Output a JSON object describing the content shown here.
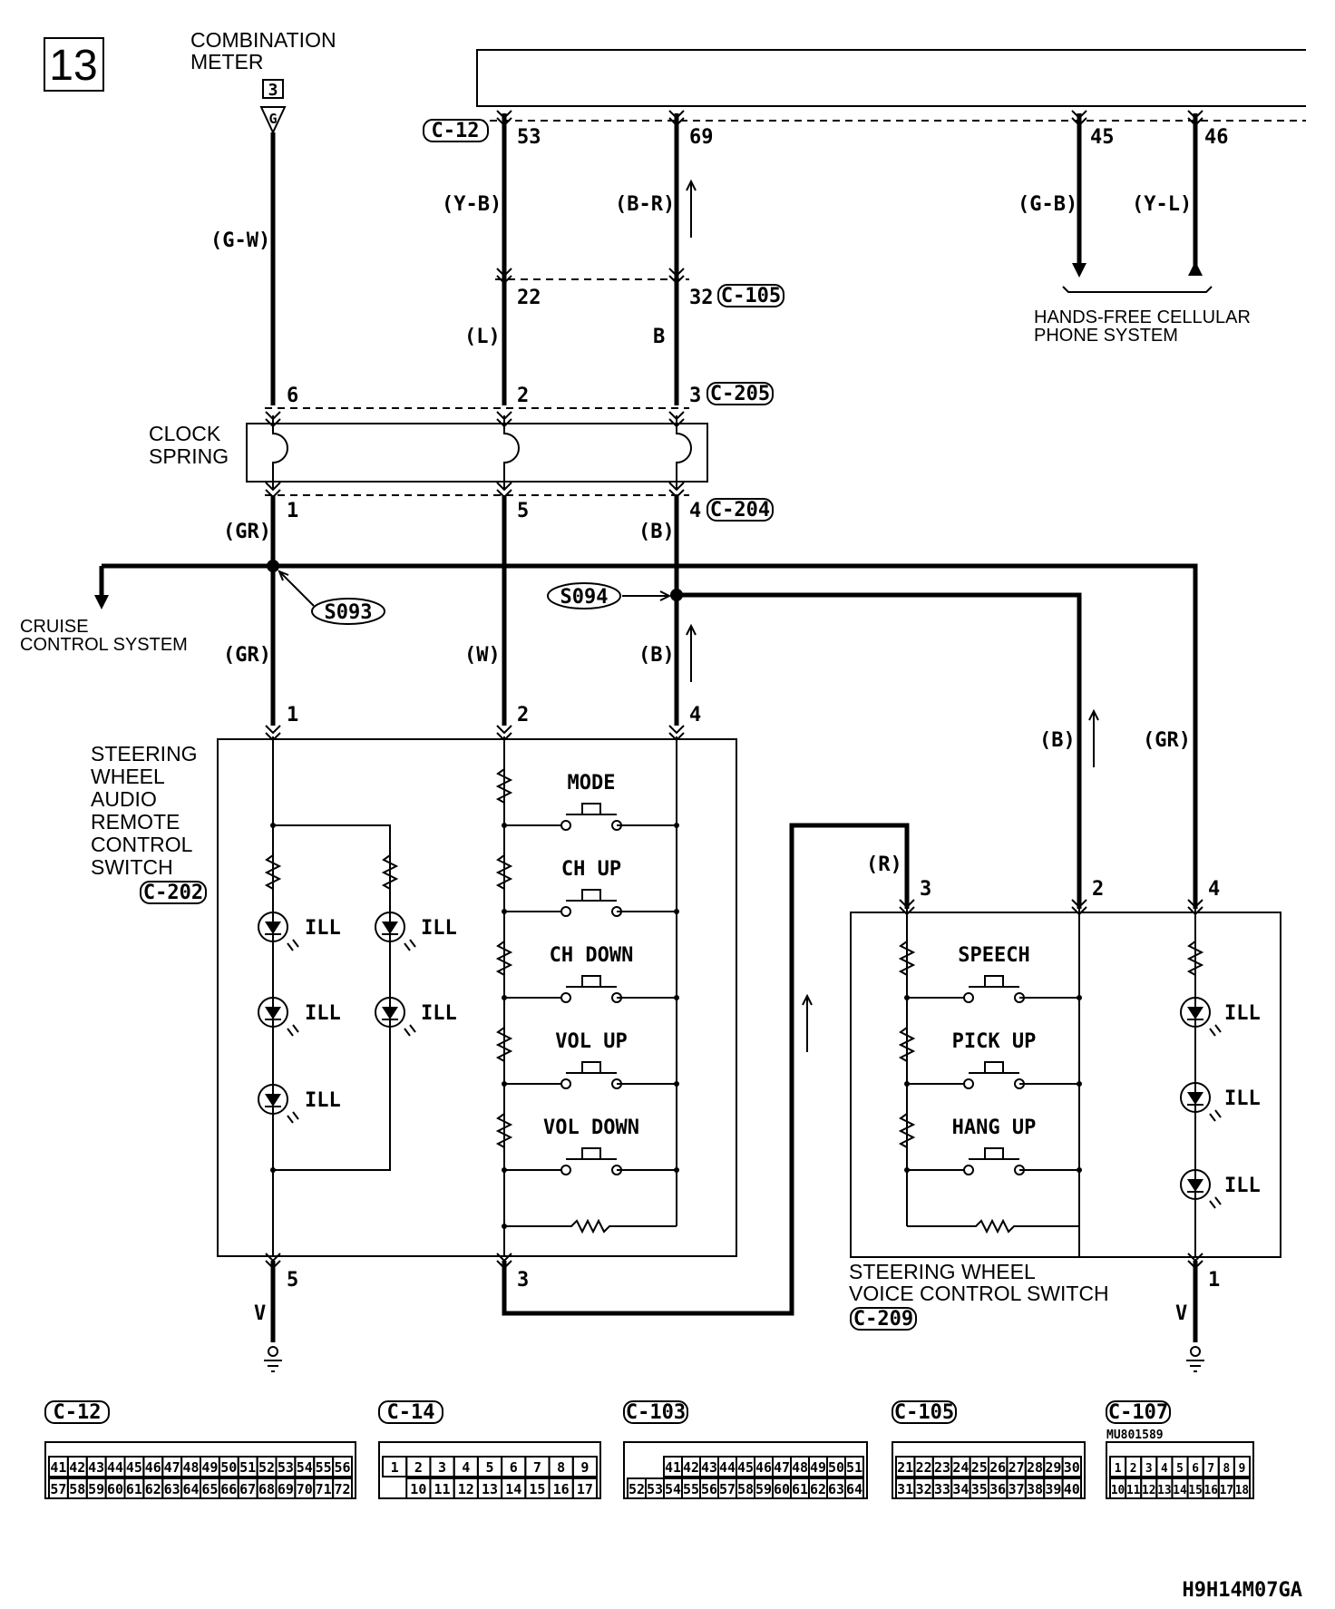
{
  "page_number": "13",
  "figure_code": "H9H14M07GA",
  "combination_meter": {
    "label_line1": "COMBINATION",
    "label_line2": "METER",
    "box_number": "3",
    "pin": "G",
    "wire": "(G-W)"
  },
  "top_unit": {
    "connector": "C-12",
    "pins": [
      "53",
      "69",
      "45",
      "46"
    ],
    "wires": [
      "(Y-B)",
      "(B-R)",
      "(G-B)",
      "(Y-L)"
    ]
  },
  "hands_free": {
    "line1": "HANDS-FREE CELLULAR",
    "line2": "PHONE SYSTEM"
  },
  "c105": {
    "connector": "C-105",
    "pins": [
      "22",
      "32"
    ],
    "wires": [
      "(L)",
      "B"
    ]
  },
  "c205": {
    "connector": "C-205",
    "pins": [
      "6",
      "2",
      "3"
    ]
  },
  "clock_spring": {
    "line1": "CLOCK",
    "line2": "SPRING"
  },
  "c204": {
    "connector": "C-204",
    "pins": [
      "1",
      "5",
      "4"
    ],
    "wires": [
      "(GR)",
      "(B)"
    ]
  },
  "splices": {
    "s093": "S093",
    "s094": "S094"
  },
  "cruise": {
    "line1": "CRUISE",
    "line2": "CONTROL SYSTEM"
  },
  "lower_wires": {
    "gr": "(GR)",
    "w": "(W)",
    "b": "(B)",
    "b2": "(B)",
    "gr2": "(GR)",
    "r": "(R)",
    "v1": "V",
    "v2": "V"
  },
  "audio_switch": {
    "label_lines": [
      "STEERING",
      "WHEEL",
      "AUDIO",
      "REMOTE",
      "CONTROL",
      "SWITCH"
    ],
    "connector": "C-202",
    "pins_top": [
      "1",
      "2",
      "4"
    ],
    "pins_bottom": [
      "5",
      "3"
    ],
    "ill": "ILL",
    "buttons": [
      "MODE",
      "CH UP",
      "CH DOWN",
      "VOL UP",
      "VOL DOWN"
    ]
  },
  "voice_switch": {
    "label_line1": "STEERING WHEEL",
    "label_line2": "VOICE CONTROL SWITCH",
    "connector": "C-209",
    "pins_top": [
      "3",
      "2",
      "4"
    ],
    "pin_bottom": "1",
    "ill": "ILL",
    "buttons": [
      "SPEECH",
      "PICK UP",
      "HANG UP"
    ]
  },
  "connector_views": {
    "c12": {
      "label": "C-12",
      "row1": [
        "41",
        "42",
        "43",
        "44",
        "45",
        "46",
        "47",
        "48",
        "49",
        "50",
        "51",
        "52",
        "53",
        "54",
        "55",
        "56"
      ],
      "row2": [
        "57",
        "58",
        "59",
        "60",
        "61",
        "62",
        "63",
        "64",
        "65",
        "66",
        "67",
        "68",
        "69",
        "70",
        "71",
        "72"
      ]
    },
    "c14": {
      "label": "C-14",
      "row1": [
        "1",
        "2",
        "3",
        "4",
        "5",
        "6",
        "7",
        "8",
        "9"
      ],
      "row2": [
        "10",
        "11",
        "12",
        "13",
        "14",
        "15",
        "16",
        "17"
      ]
    },
    "c103": {
      "label": "C-103",
      "row1": [
        "41",
        "42",
        "43",
        "44",
        "45",
        "46",
        "47",
        "48",
        "49",
        "50",
        "51"
      ],
      "row2": [
        "52",
        "53",
        "54",
        "55",
        "56",
        "57",
        "58",
        "59",
        "60",
        "61",
        "62",
        "63",
        "64"
      ]
    },
    "c105": {
      "label": "C-105",
      "row1": [
        "21",
        "22",
        "23",
        "24",
        "25",
        "26",
        "27",
        "28",
        "29",
        "30"
      ],
      "row2": [
        "31",
        "32",
        "33",
        "34",
        "35",
        "36",
        "37",
        "38",
        "39",
        "40"
      ]
    },
    "c107": {
      "label": "C-107",
      "part": "MU801589",
      "row1": [
        "1",
        "2",
        "3",
        "4",
        "5",
        "6",
        "7",
        "8",
        "9"
      ],
      "row2": [
        "10",
        "11",
        "12",
        "13",
        "14",
        "15",
        "16",
        "17",
        "18"
      ]
    }
  }
}
